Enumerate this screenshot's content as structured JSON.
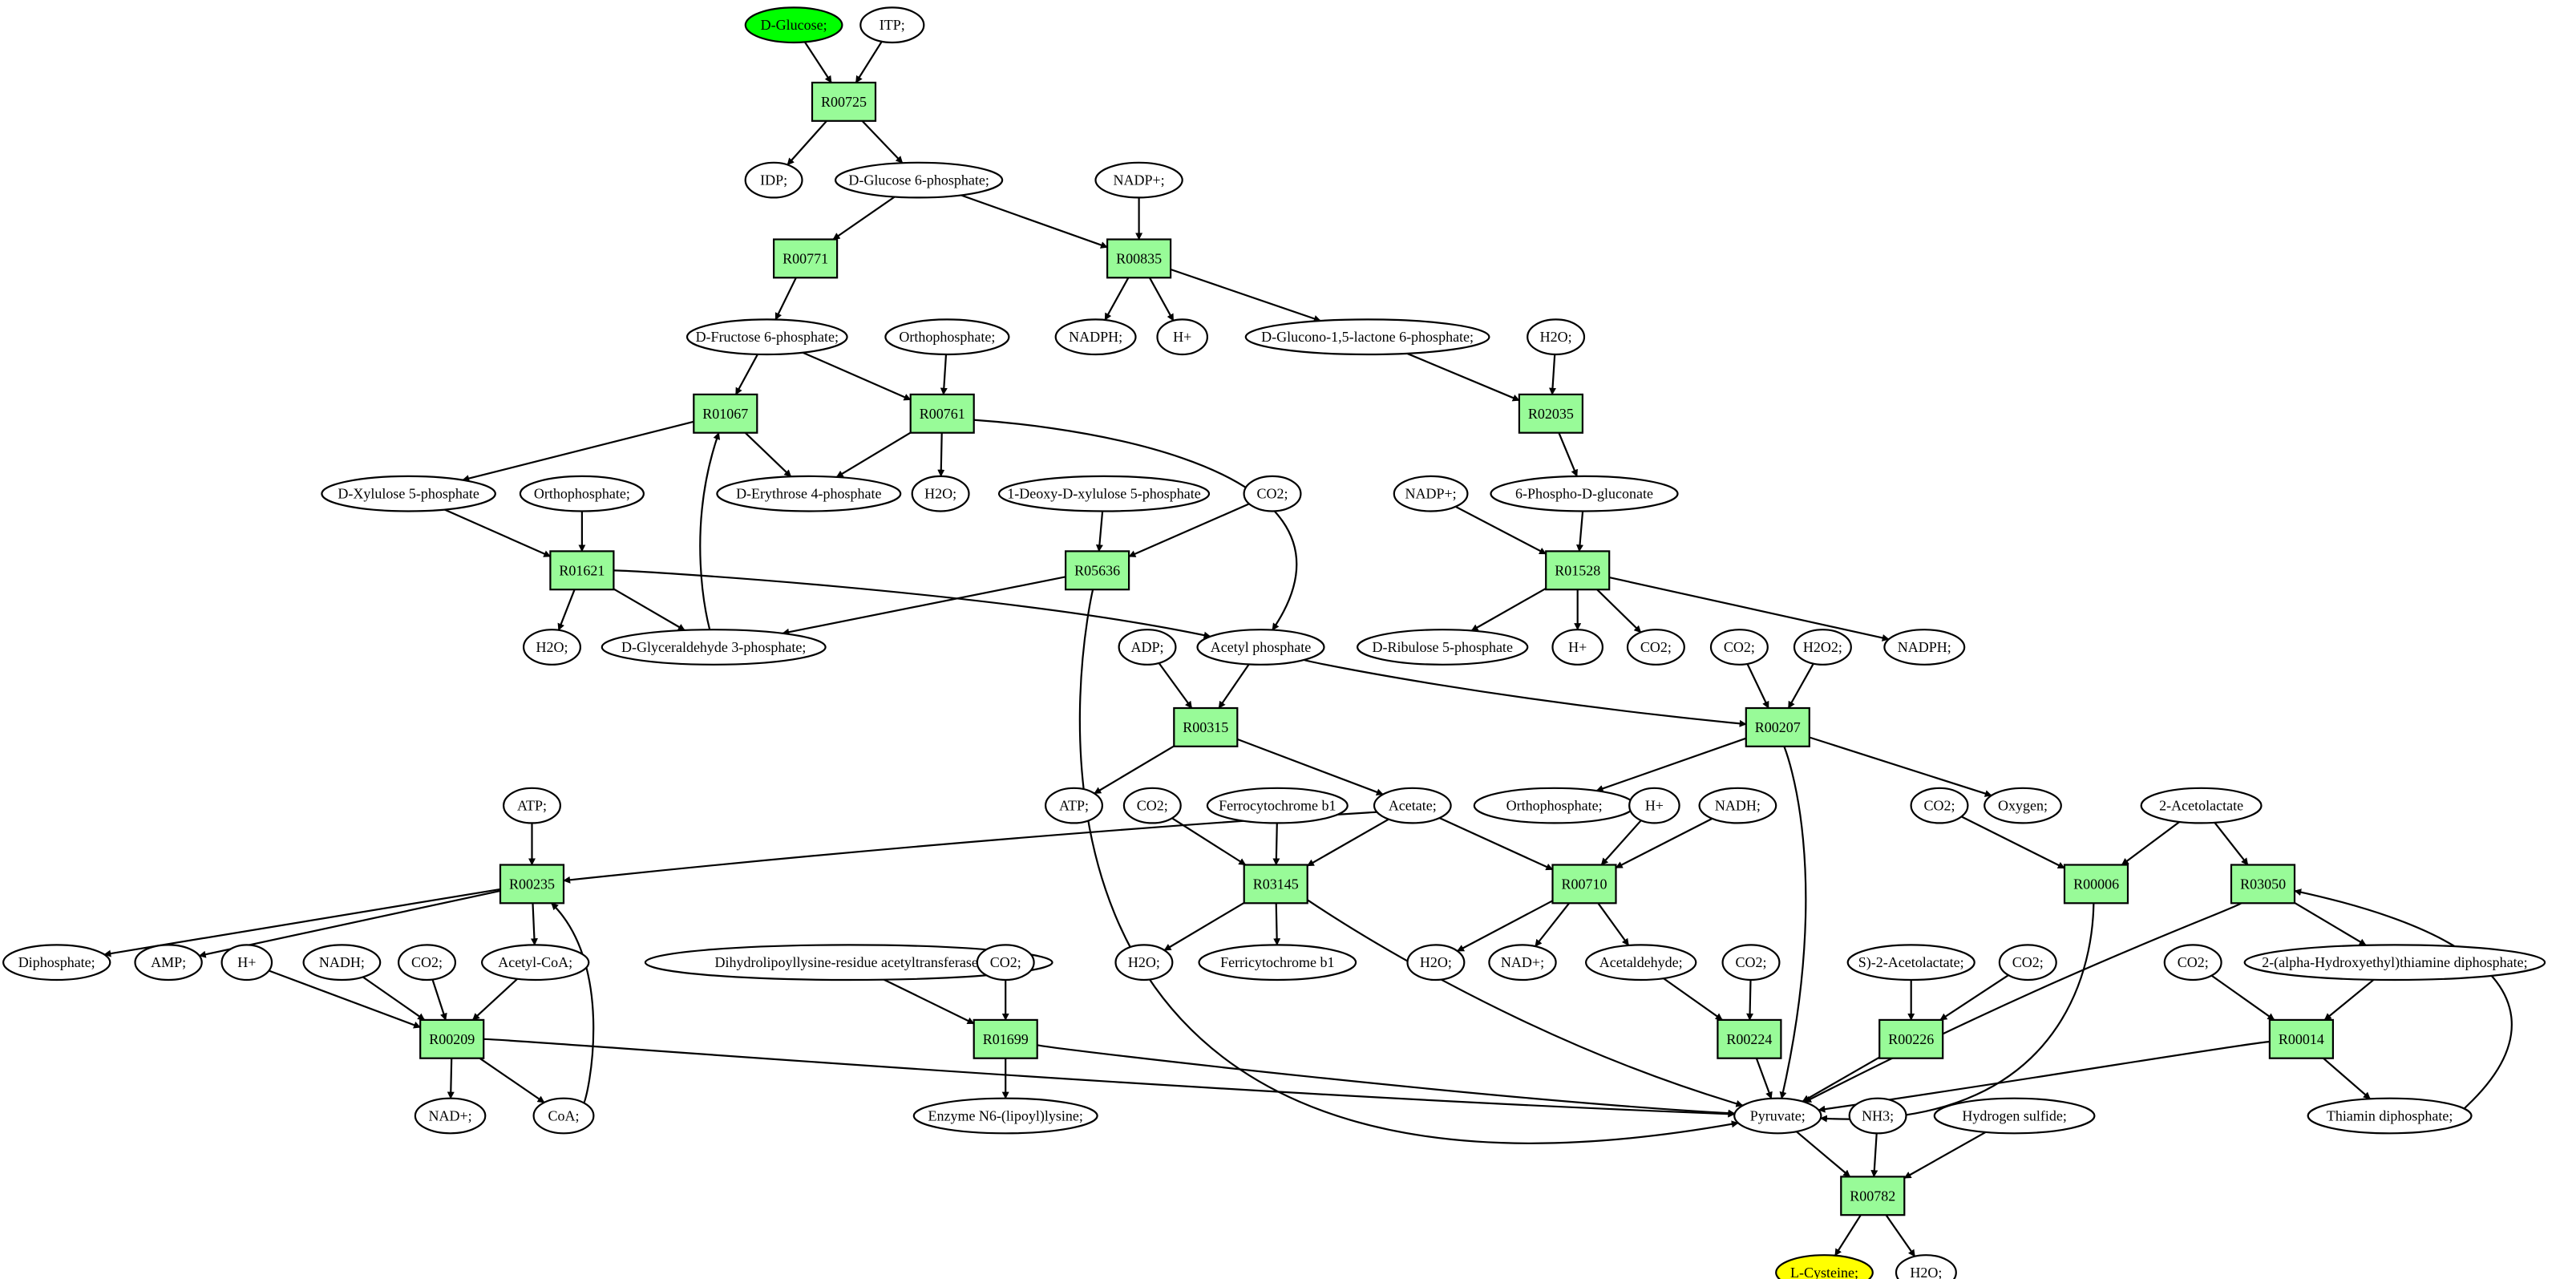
{
  "colors": {
    "reaction_fill": "#98fb98",
    "start_fill": "#00ff00",
    "end_fill": "#ffff00",
    "compound_fill": "#ffffff",
    "line": "#000000"
  },
  "compounds": {
    "c1": "D-Glucose;",
    "c2": "ITP;",
    "c3": "IDP;",
    "c4": "D-Glucose 6-phosphate;",
    "c5": "NADP+;",
    "c6": "D-Fructose 6-phosphate;",
    "c7": "Orthophosphate;",
    "c8": "NADPH;",
    "c9": "H+",
    "c10": "D-Glucono-1,5-lactone 6-phosphate;",
    "c11": "H2O;",
    "c12": "D-Xylulose 5-phosphate",
    "c13": "Orthophosphate;",
    "c14": "D-Erythrose 4-phosphate",
    "c15": "H2O;",
    "c16": "1-Deoxy-D-xylulose 5-phosphate",
    "c17": "CO2;",
    "c18": "NADP+;",
    "c19": "6-Phospho-D-gluconate",
    "c20": "H2O;",
    "c21": "D-Glyceraldehyde 3-phosphate;",
    "c22": "ADP;",
    "c23": "Acetyl phosphate",
    "c24": "D-Ribulose 5-phosphate",
    "c25": "H+",
    "c26": "CO2;",
    "c27": "CO2;",
    "c28": "H2O2;",
    "c29": "NADPH;",
    "c30": "ATP;",
    "c31": "ATP;",
    "c32": "CO2;",
    "c33": "Ferrocytochrome b1",
    "c34": "Acetate;",
    "c35": "Orthophosphate;",
    "c36": "H+",
    "c37": "NADH;",
    "c38": "CO2;",
    "c39": "Oxygen;",
    "c40": "2-Acetolactate",
    "c41": "Diphosphate;",
    "c42": "AMP;",
    "c43": "H+",
    "c44": "NADH;",
    "c45": "CO2;",
    "c46": "Acetyl-CoA;",
    "c47": "Dihydrolipoyllysine-residue acetyltransferase]",
    "c48": "CO2;",
    "c49": "H2O;",
    "c50": "Ferricytochrome b1",
    "c51": "H2O;",
    "c52": "NAD+;",
    "c53": "Acetaldehyde;",
    "c54": "CO2;",
    "c55": "S)-2-Acetolactate;",
    "c56": "CO2;",
    "c57": "2-(alpha-Hydroxyethyl)thiamine diphosphate;",
    "c58": "CO2;",
    "c59": "NAD+;",
    "c60": "CoA;",
    "c61": "Enzyme N6-(lipoyl)lysine;",
    "c62": "Pyruvate;",
    "c63": "NH3;",
    "c64": "Hydrogen sulfide;",
    "c65": "Thiamin diphosphate;",
    "c66": "L-Cysteine;",
    "c67": "H2O;"
  },
  "reactions": {
    "r1": "R00725",
    "r2": "R00771",
    "r3": "R00835",
    "r4": "R01067",
    "r5": "R00761",
    "r6": "R02035",
    "r7": "R01621",
    "r8": "R05636",
    "r9": "R01528",
    "r10": "R00315",
    "r11": "R00207",
    "r12": "R00235",
    "r13": "R03145",
    "r14": "R00710",
    "r15": "R00006",
    "r16": "R03050",
    "r17": "R00209",
    "r18": "R01699",
    "r19": "R00224",
    "r20": "R00226",
    "r21": "R00014",
    "r22": "R00782"
  },
  "start_compound": "c1",
  "end_compound": "c66"
}
